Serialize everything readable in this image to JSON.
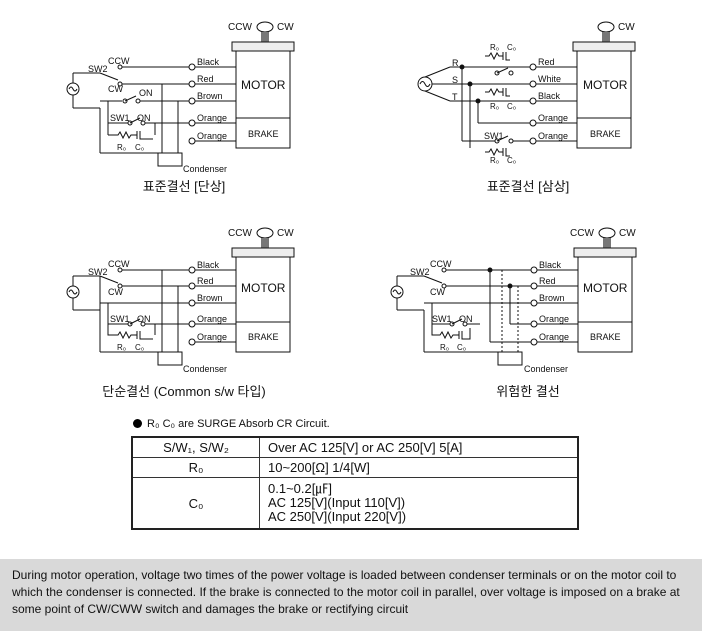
{
  "diagrams": [
    {
      "caption": "표준결선 [단상]",
      "top_labels": [
        "CCW",
        "CW"
      ],
      "switch_labels": [
        "SW2",
        "CCW",
        "CW",
        "ON",
        "SW1",
        "ON"
      ],
      "component_labels": [
        "R₀",
        "C₀"
      ],
      "wires": [
        "Black",
        "Red",
        "Brown",
        "Orange",
        "Orange"
      ],
      "motor_label": "MOTOR",
      "brake_label": "BRAKE",
      "condenser_label": "Condenser"
    },
    {
      "caption": "표준결선 [삼상]",
      "top_labels": [
        "CW"
      ],
      "phase_labels": [
        "R",
        "S",
        "T"
      ],
      "switch_labels": [
        "SW1"
      ],
      "component_labels": [
        "R₀",
        "C₀",
        "R₀",
        "C₀",
        "R₀",
        "C₀"
      ],
      "wires": [
        "Red",
        "White",
        "Black",
        "Orange",
        "Orange"
      ],
      "motor_label": "MOTOR",
      "brake_label": "BRAKE"
    },
    {
      "caption": "단순결선 (Common s/w 타입)",
      "top_labels": [
        "CCW",
        "CW"
      ],
      "switch_labels": [
        "SW2",
        "CCW",
        "CW",
        "SW1",
        "ON"
      ],
      "component_labels": [
        "R₀",
        "C₀"
      ],
      "wires": [
        "Black",
        "Red",
        "Brown",
        "Orange",
        "Orange"
      ],
      "motor_label": "MOTOR",
      "brake_label": "BRAKE",
      "condenser_label": "Condenser"
    },
    {
      "caption": "위험한 결선",
      "top_labels": [
        "CCW",
        "CW"
      ],
      "switch_labels": [
        "SW2",
        "CCW",
        "CW",
        "SW1",
        "ON"
      ],
      "component_labels": [
        "R₀",
        "C₀"
      ],
      "wires": [
        "Black",
        "Red",
        "Brown",
        "Orange",
        "Orange"
      ],
      "motor_label": "MOTOR",
      "brake_label": "BRAKE",
      "condenser_label": "Condenser"
    }
  ],
  "note": "R₀ C₀ are SURGE Absorb CR Circuit.",
  "spec_table": [
    {
      "header": "S/W₁, S/W₂",
      "lines": [
        "Over AC 125[V] or AC 250[V] 5[A]"
      ]
    },
    {
      "header": "R₀",
      "lines": [
        "10~200[Ω] 1/4[W]"
      ]
    },
    {
      "header": "C₀",
      "lines": [
        "0.1~0.2[㎌]",
        "AC 125[V](Input 110[V])",
        "AC 250[V](Input  220[V])"
      ]
    }
  ],
  "footer": "During motor operation, voltage two times of the power voltage is loaded between condenser terminals or on the motor coil to which the condenser is connected. If the brake is connected to the motor coil in parallel, over voltage is imposed on a brake at some point of CW/CWW switch and damages the brake or rectifying circuit"
}
